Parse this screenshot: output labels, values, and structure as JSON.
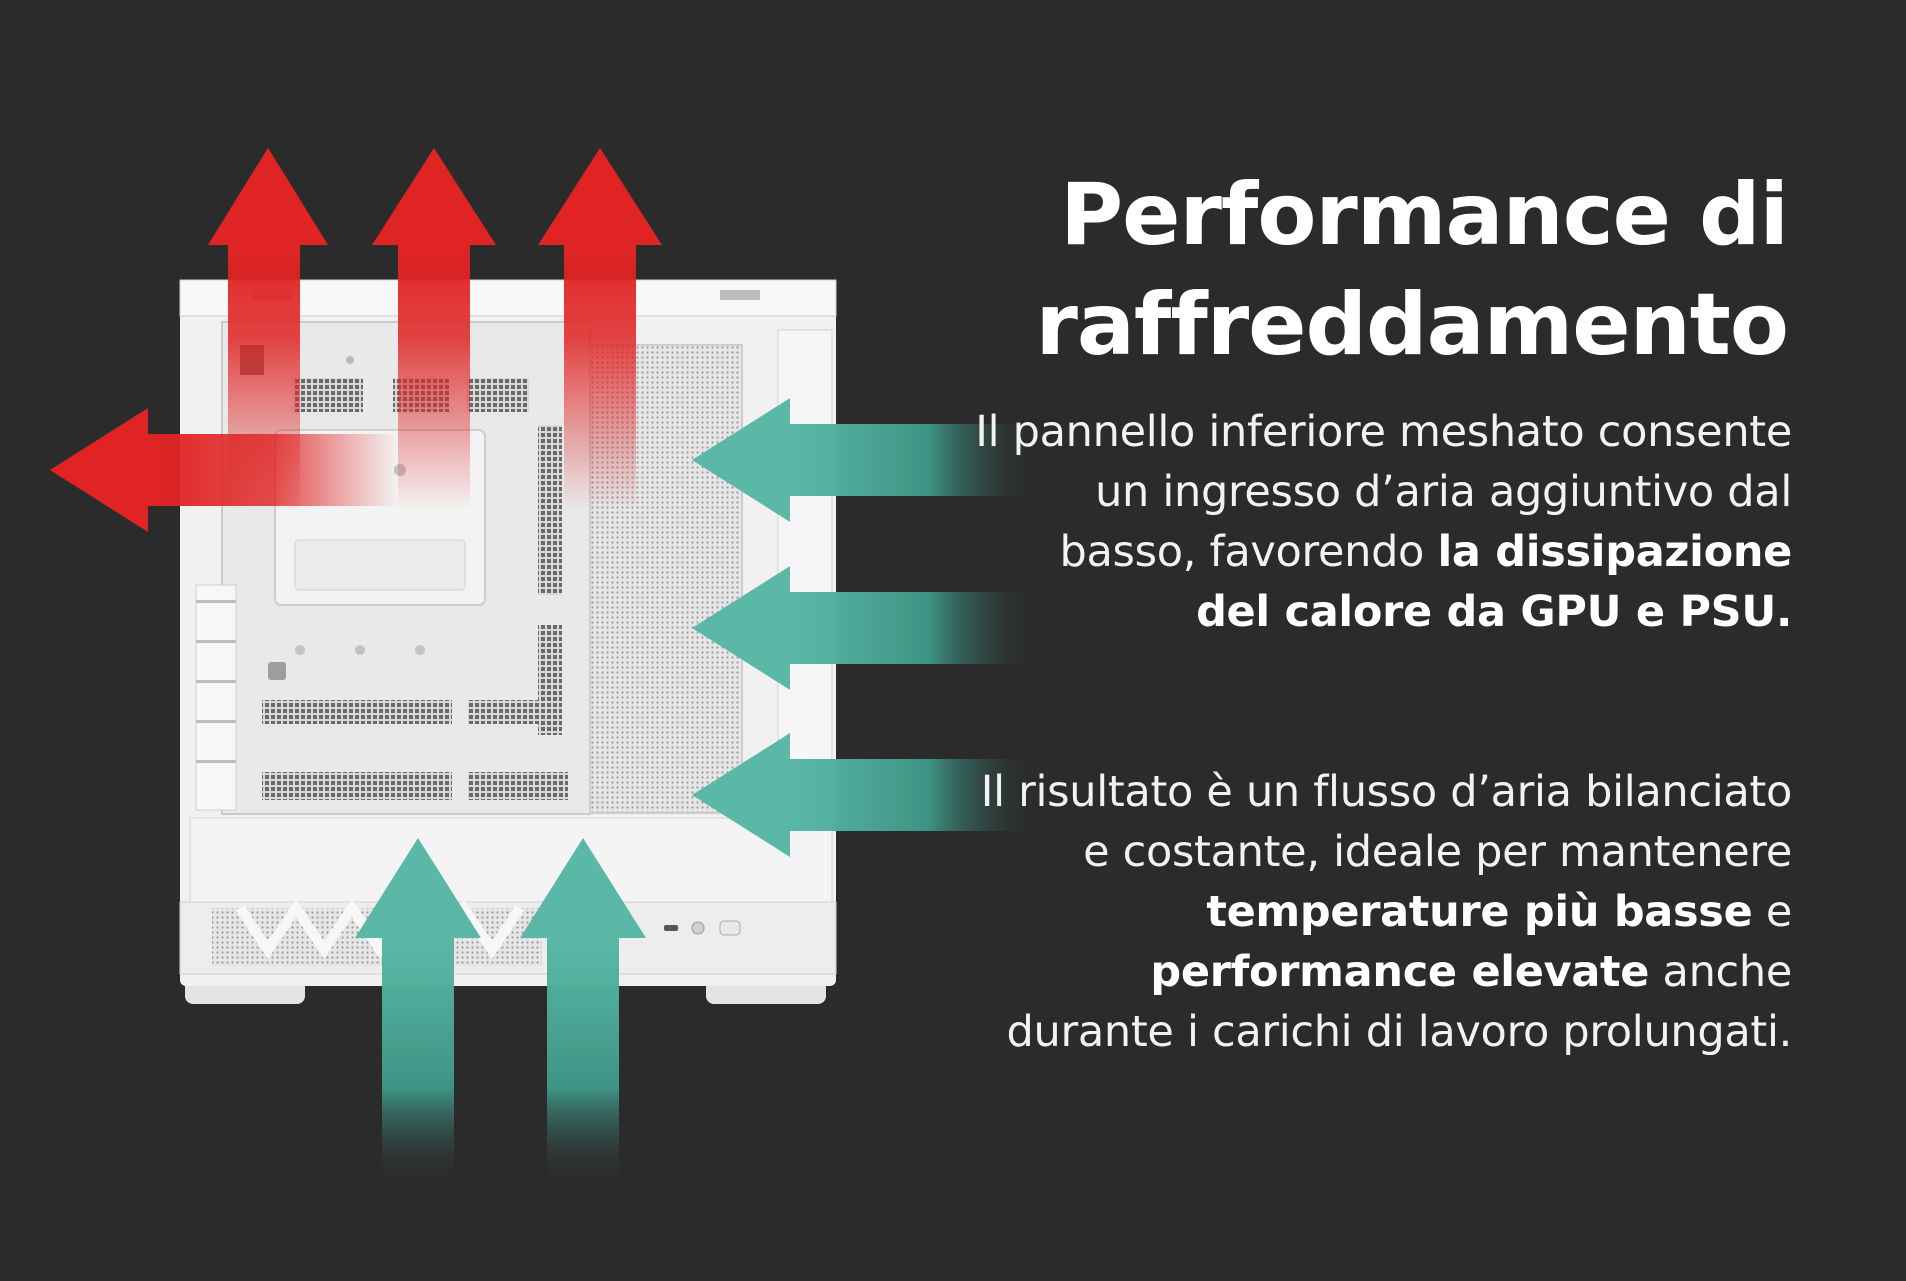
{
  "heading": {
    "line1": "Performance di",
    "line2": "raffreddamento"
  },
  "paragraph1": {
    "p1": "Il pannello inferiore meshato consente un ingresso d’aria aggiuntivo dal basso, favorendo ",
    "b1": "la dissipazione del calore da GPU e PSU."
  },
  "paragraph2": {
    "p1": "Il risultato è un flusso d’aria bilanciato e costante, ideale per mantenere ",
    "b1": "temperature più basse",
    "p2": " e ",
    "b2": "performance elevate",
    "p3": " anche durante i carichi di lavoro prolungati."
  },
  "colors": {
    "background": "#2b2b2b",
    "exhaust_arrow": "#e02424",
    "intake_arrow": "#5bb8a6",
    "case_body": "#f1f1f1"
  },
  "icons": {
    "exhaust": "arrow-up-red",
    "exhaust_side": "arrow-left-red",
    "intake_side": "arrow-left-teal",
    "intake_bottom": "arrow-up-teal"
  }
}
